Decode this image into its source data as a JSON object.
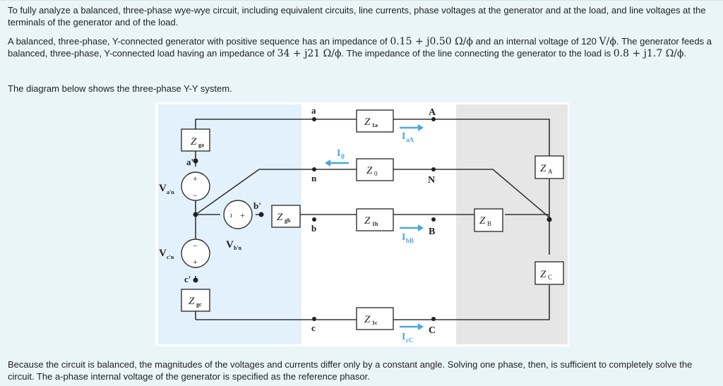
{
  "intro": "To fully analyze a balanced, three-phase wye-wye circuit, including equivalent circuits, line currents, phase voltages at the generator and at the load, and line voltages at the terminals of the generator and of the load.",
  "problem": {
    "t1": "A balanced, three-phase, Y-connected generator with positive sequence has an impedance of ",
    "gen_impedance": "0.15 + j0.50 Ω/ϕ",
    "t2": " and an internal voltage of 120 ",
    "voltage_unit": "V/ϕ",
    "t3": ". The generator feeds a balanced, three-phase, Y-connected load having an impedance of ",
    "load_impedance": "34 + j21 Ω/ϕ",
    "t4": ". The impedance of the line connecting the generator to the load is ",
    "line_impedance": "0.8 + j1.7 Ω/ϕ",
    "t5": "."
  },
  "diagram_caption": "The diagram below shows the three-phase Y-Y system.",
  "diagram": {
    "nodes": {
      "a": "a",
      "n": "n",
      "b": "b",
      "c": "c",
      "A": "A",
      "N": "N",
      "B": "B",
      "C": "C",
      "a_prime": "a'",
      "b_prime": "b'",
      "c_prime": "c'"
    },
    "impedances": {
      "Zga": {
        "main": "Z",
        "sub": "ga"
      },
      "Zgb": {
        "main": "Z",
        "sub": "gb"
      },
      "Zgc": {
        "main": "Z",
        "sub": "gc"
      },
      "Z1a": {
        "main": "Z",
        "sub": "1a"
      },
      "Z0": {
        "main": "Z",
        "sub": "0"
      },
      "Z1b": {
        "main": "Z",
        "sub": "1b"
      },
      "Z1c": {
        "main": "Z",
        "sub": "1c"
      },
      "ZA": {
        "main": "Z",
        "sub": "A"
      },
      "ZB": {
        "main": "Z",
        "sub": "B"
      },
      "ZC": {
        "main": "Z",
        "sub": "C"
      }
    },
    "sources": {
      "Van": {
        "main": "V",
        "sub": "a'n"
      },
      "Vbn": {
        "main": "V",
        "sub": "b'n"
      },
      "Vcn": {
        "main": "V",
        "sub": "c'n"
      }
    },
    "currents": {
      "IaA": {
        "main": "I",
        "sub": "aA"
      },
      "I0": {
        "main": "I",
        "sub": "0"
      },
      "IbB": {
        "main": "I",
        "sub": "bB"
      },
      "IcC": {
        "main": "I",
        "sub": "cC"
      }
    },
    "polarity": {
      "plus": "+",
      "minus": "−",
      "tick": "ı"
    },
    "colors": {
      "generator_bg": "#e2f1fb",
      "load_bg": "#e6e6e6",
      "current_arrow": "#4aa8df",
      "wire": "#333333"
    }
  },
  "conclusion": "Because the circuit is balanced, the magnitudes of the voltages and currents differ only by a constant angle. Solving one phase, then, is sufficient to completely solve the circuit. The a-phase internal voltage of the generator is specified as the reference phasor."
}
